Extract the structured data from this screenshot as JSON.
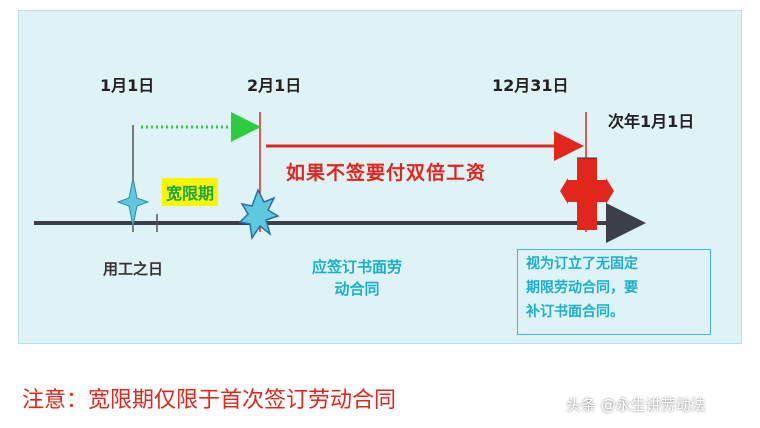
{
  "dates": {
    "jan1": "1月1日",
    "feb1": "2月1日",
    "dec31": "12月31日",
    "next_jan1": "次年1月1日"
  },
  "labels": {
    "grace_period": "宽限期",
    "double_wage": "如果不签要付双倍工资",
    "start_day": "用工之日",
    "should_sign_line1": "应签订书面劳",
    "should_sign_line2": "动合同",
    "deemed_line1": "视为订立了无固定",
    "deemed_line2": "期限劳动合同，要",
    "deemed_line3": "补订书面合同。"
  },
  "footer": {
    "note": "注意：宽限期仅限于首次签订劳动合同",
    "watermark": "头条 @永生讲劳动法"
  },
  "colors": {
    "panel_bg": "#dff2f6",
    "red": "#e1261c",
    "green": "#1aa54a",
    "cyan": "#1ab0c9",
    "yellow": "#f9f500"
  }
}
